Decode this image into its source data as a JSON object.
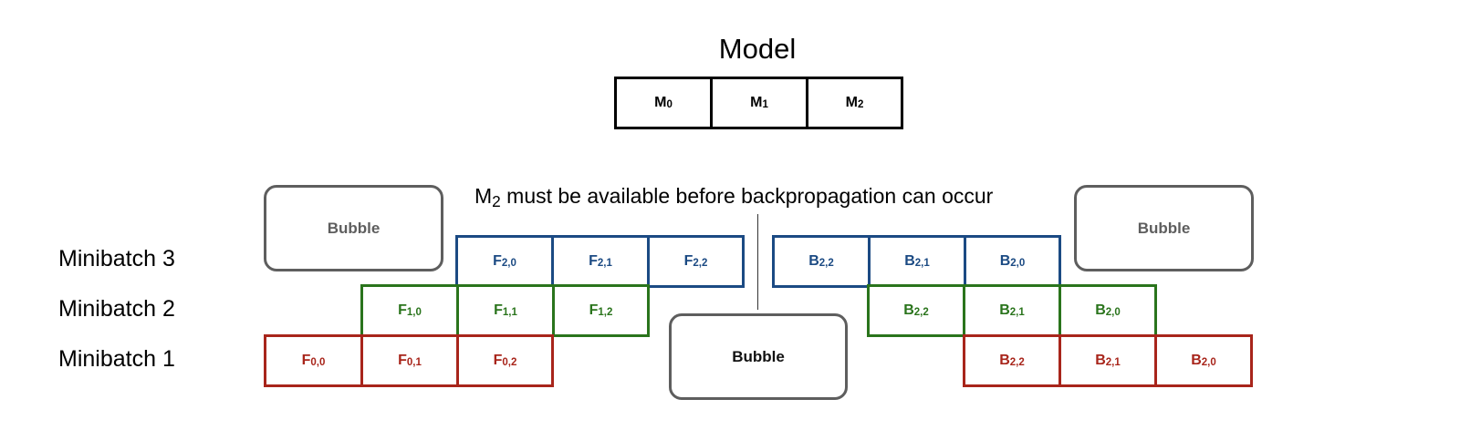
{
  "model": {
    "title": "Model",
    "stages": [
      {
        "base": "M",
        "sub": "0"
      },
      {
        "base": "M",
        "sub": "1"
      },
      {
        "base": "M",
        "sub": "2"
      }
    ]
  },
  "caption": {
    "prefix_base": "M",
    "prefix_sub": "2",
    "text": " must be available before backpropagation can occur"
  },
  "rows": [
    {
      "label": "Minibatch 3"
    },
    {
      "label": "Minibatch 2"
    },
    {
      "label": "Minibatch 1"
    }
  ],
  "colors": {
    "minibatch_3": "#1b4a83",
    "minibatch_2": "#2a741c",
    "minibatch_1": "#a8251b",
    "bubble_border": "#5e5e5e"
  },
  "cells": {
    "mb3_forward": [
      {
        "base": "F",
        "sub": "2,0"
      },
      {
        "base": "F",
        "sub": "2,1"
      },
      {
        "base": "F",
        "sub": "2,2"
      }
    ],
    "mb3_backward": [
      {
        "base": "B",
        "sub": "2,2"
      },
      {
        "base": "B",
        "sub": "2,1"
      },
      {
        "base": "B",
        "sub": "2,0"
      }
    ],
    "mb2_forward": [
      {
        "base": "F",
        "sub": "1,0"
      },
      {
        "base": "F",
        "sub": "1,1"
      },
      {
        "base": "F",
        "sub": "1,2"
      }
    ],
    "mb2_backward": [
      {
        "base": "B",
        "sub": "2,2"
      },
      {
        "base": "B",
        "sub": "2,1"
      },
      {
        "base": "B",
        "sub": "2,0"
      }
    ],
    "mb1_forward": [
      {
        "base": "F",
        "sub": "0,0"
      },
      {
        "base": "F",
        "sub": "0,1"
      },
      {
        "base": "F",
        "sub": "0,2"
      }
    ],
    "mb1_backward": [
      {
        "base": "B",
        "sub": "2,2"
      },
      {
        "base": "B",
        "sub": "2,1"
      },
      {
        "base": "B",
        "sub": "2,0"
      }
    ]
  },
  "bubbles": {
    "left": "Bubble",
    "center": "Bubble",
    "right": "Bubble"
  }
}
